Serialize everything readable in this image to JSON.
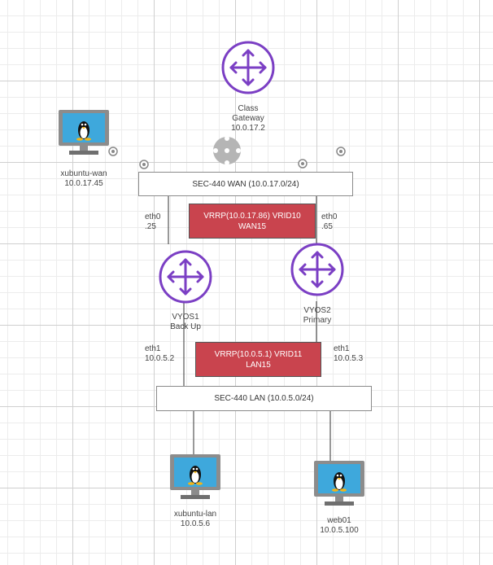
{
  "colors": {
    "router_stroke": "#7b3fc4",
    "vrrp_fill": "#c9444e",
    "monitor_screen": "#3ea8dc",
    "monitor_frame": "#8c8c8c",
    "link_line": "#555555"
  },
  "routers": {
    "gateway": {
      "name_line1": "Class",
      "name_line2": "Gateway",
      "ip": "10.0.17.2",
      "icon": "router-icon"
    },
    "vyos1": {
      "name_line1": "VYOS1",
      "name_line2": "Back Up",
      "icon": "router-icon"
    },
    "vyos2": {
      "name_line1": "VYOS2",
      "name_line2": "Primary",
      "icon": "router-icon"
    }
  },
  "networks": {
    "wan": {
      "label": "SEC-440 WAN (10.0.17.0/24)"
    },
    "lan": {
      "label": "SEC-440 LAN (10.0.5.0/24)"
    }
  },
  "vrrp": {
    "wan": {
      "line1": "VRRP(10.0.17.86) VRID10",
      "line2": "WAN15"
    },
    "lan": {
      "line1": "VRRP(10.0.5.1) VRID11",
      "line2": "LAN15"
    }
  },
  "interfaces": {
    "vyos1_wan": {
      "name": "eth0",
      "addr": ".25"
    },
    "vyos2_wan": {
      "name": "eth0",
      "addr": ".65"
    },
    "vyos1_lan": {
      "name": "eth1",
      "addr": "10.0.5.2"
    },
    "vyos2_lan": {
      "name": "eth1",
      "addr": "10.0.5.3"
    }
  },
  "hosts": {
    "xubuntu_wan": {
      "name": "xubuntu-wan",
      "ip": "10.0.17.45",
      "icon": "linux-monitor-icon"
    },
    "xubuntu_lan": {
      "name": "xubuntu-lan",
      "ip": "10.0.5.6",
      "icon": "linux-monitor-icon"
    },
    "web01": {
      "name": "web01",
      "ip": "10.0.5.100",
      "icon": "linux-monitor-icon"
    }
  }
}
